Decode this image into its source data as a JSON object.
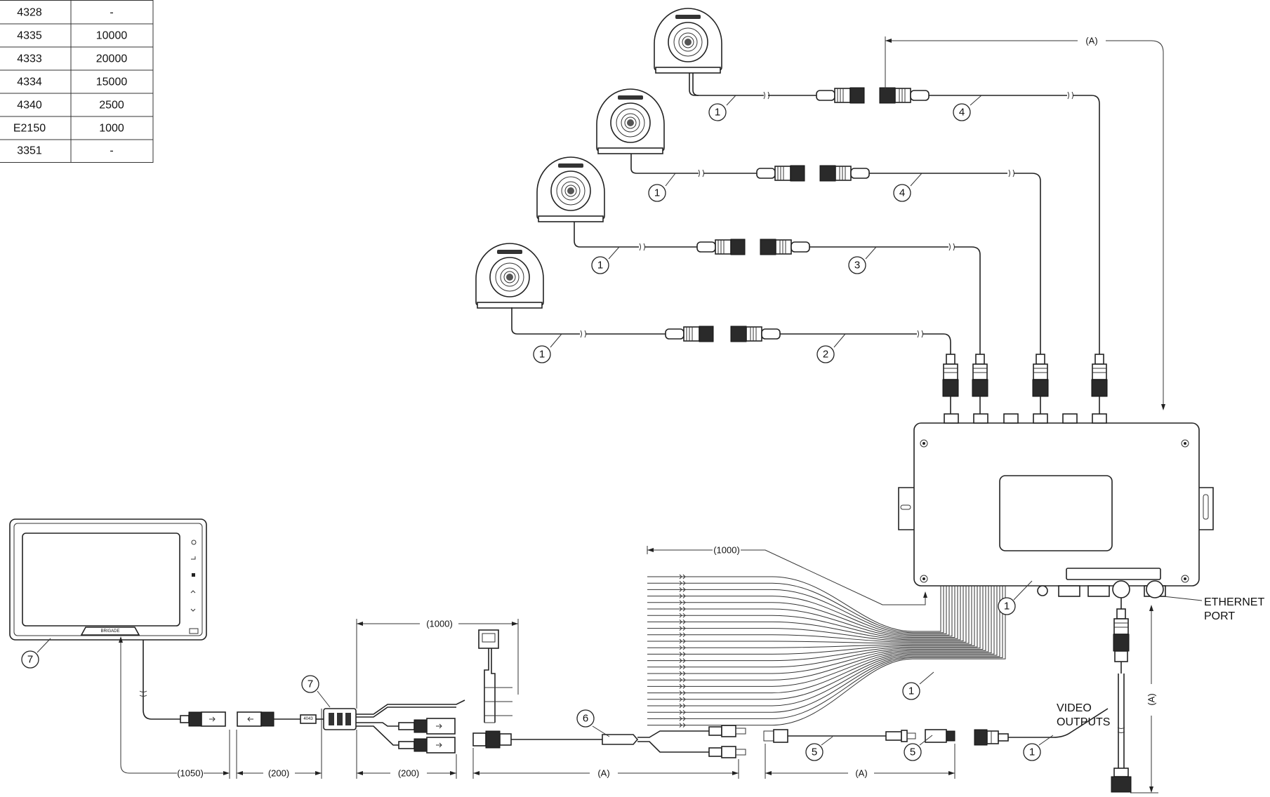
{
  "part_table": {
    "rows": [
      {
        "part": "4328",
        "value": "-"
      },
      {
        "part": "4335",
        "value": "10000"
      },
      {
        "part": "4333",
        "value": "20000"
      },
      {
        "part": "4334",
        "value": "15000"
      },
      {
        "part": "4340",
        "value": "2500"
      },
      {
        "part": "E2150",
        "value": "1000"
      },
      {
        "part": "3351",
        "value": "-"
      }
    ]
  },
  "labels": {
    "ethernet_port_line1": "ETHERNET",
    "ethernet_port_line2": "PORT",
    "video_outputs_line1": "VIDEO",
    "video_outputs_line2": "OUTPUTS",
    "monitor_brand": "BRIGADE"
  },
  "dimensions": {
    "top_cable": "(A)",
    "harness": "(1000)",
    "right_vertical": "(A)",
    "monitor_cable": "(1050)",
    "extension": "(200)",
    "splitter_tail": "(200)",
    "splitter_width": "(1000)",
    "rca_cable": "(A)",
    "video_cable": "(A)"
  },
  "callouts": {
    "cam1_cable": "1",
    "cam1_ext": "4",
    "cam2_cable": "1",
    "cam2_ext": "4",
    "cam3_cable": "1",
    "cam3_ext": "3",
    "cam4_cable": "1",
    "cam4_ext": "2",
    "unit": "1",
    "harness": "1",
    "video_out": "1",
    "monitor": "7",
    "splitter": "7",
    "rca": "6",
    "video_a": "5",
    "video_b": "5"
  },
  "colors": {
    "line": "#222222",
    "background": "#ffffff"
  }
}
